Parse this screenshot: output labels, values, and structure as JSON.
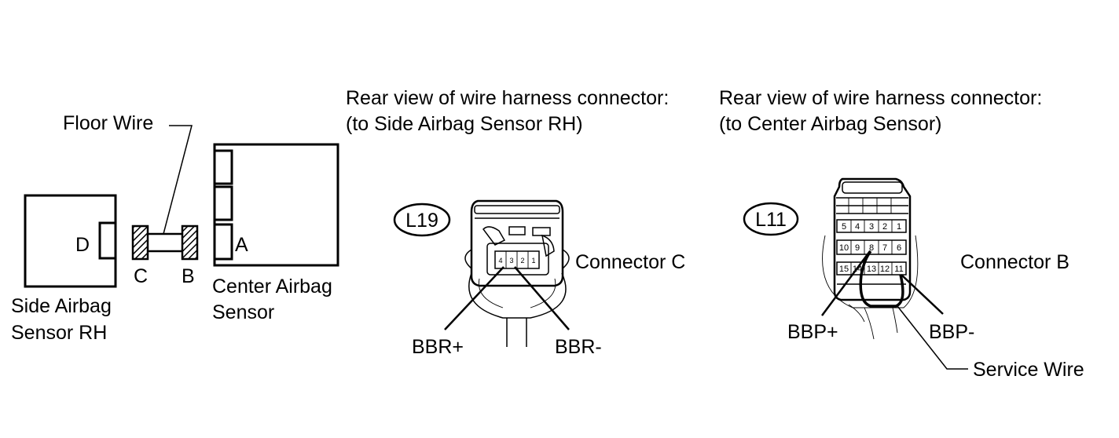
{
  "components": {
    "side_sensor": {
      "line1": "Side Airbag",
      "line2": "Sensor RH",
      "connector": "D"
    },
    "center_sensor": {
      "line1": "Center Airbag",
      "line2": "Sensor",
      "connector": "A"
    },
    "floor_wire": {
      "label": "Floor Wire",
      "end_c": "C",
      "end_b": "B"
    }
  },
  "rh_connector": {
    "title_line1": "Rear view of wire harness connector:",
    "title_line2": "(to Side Airbag Sensor RH)",
    "code": "L19",
    "name": "Connector C",
    "pins": [
      "4",
      "3",
      "2",
      "1"
    ],
    "terminal_pos": "BBR+",
    "terminal_neg": "BBR-"
  },
  "center_connector": {
    "title_line1": "Rear view of wire harness connector:",
    "title_line2": "(to Center Airbag Sensor)",
    "code": "L11",
    "name": "Connector B",
    "pins_row1": [
      "5",
      "4",
      "3",
      "2",
      "1"
    ],
    "pins_row2": [
      "10",
      "9",
      "8",
      "7",
      "6"
    ],
    "pins_row3": [
      "15",
      "14",
      "13",
      "12",
      "11"
    ],
    "terminal_pos": "BBP+",
    "terminal_neg": "BBP-",
    "service_wire": "Service Wire"
  }
}
